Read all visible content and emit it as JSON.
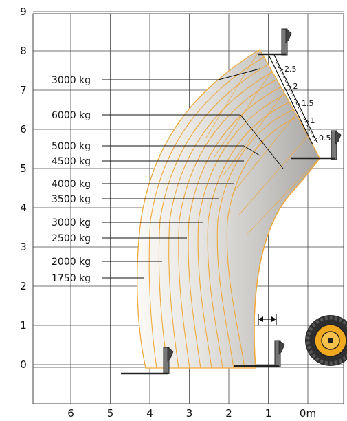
{
  "diagram": {
    "y_axis_ticks": [
      "0",
      "1",
      "2",
      "3",
      "4",
      "5",
      "6",
      "7",
      "8",
      "9"
    ],
    "x_axis_ticks": [
      "6",
      "5",
      "4",
      "3",
      "2",
      "1",
      "0m"
    ],
    "load_zones": [
      {
        "label": "3000 kg",
        "rel_level": 0.82
      },
      {
        "label": "6000 kg",
        "rel_level": 0.18
      },
      {
        "label": "5000 kg",
        "rel_level": 0.08
      },
      {
        "label": "4500 kg",
        "rel_level": 0.12
      },
      {
        "label": "4000 kg",
        "rel_level": 0.22
      },
      {
        "label": "3500 kg",
        "rel_level": 0.3
      },
      {
        "label": "3000 kg",
        "rel_level": 0.38
      },
      {
        "label": "2500 kg",
        "rel_level": 0.46
      },
      {
        "label": "2000 kg",
        "rel_level": 0.56
      },
      {
        "label": "1750 kg",
        "rel_level": 0.66
      }
    ],
    "extension_marks": [
      "2.5",
      "2",
      "1.5",
      "1",
      "0.5"
    ],
    "colors": {
      "boundary": "#f0a93b",
      "grid": "#444444",
      "wheel_hub": "#f0a81c",
      "wheel_tyre": "#333333"
    }
  }
}
